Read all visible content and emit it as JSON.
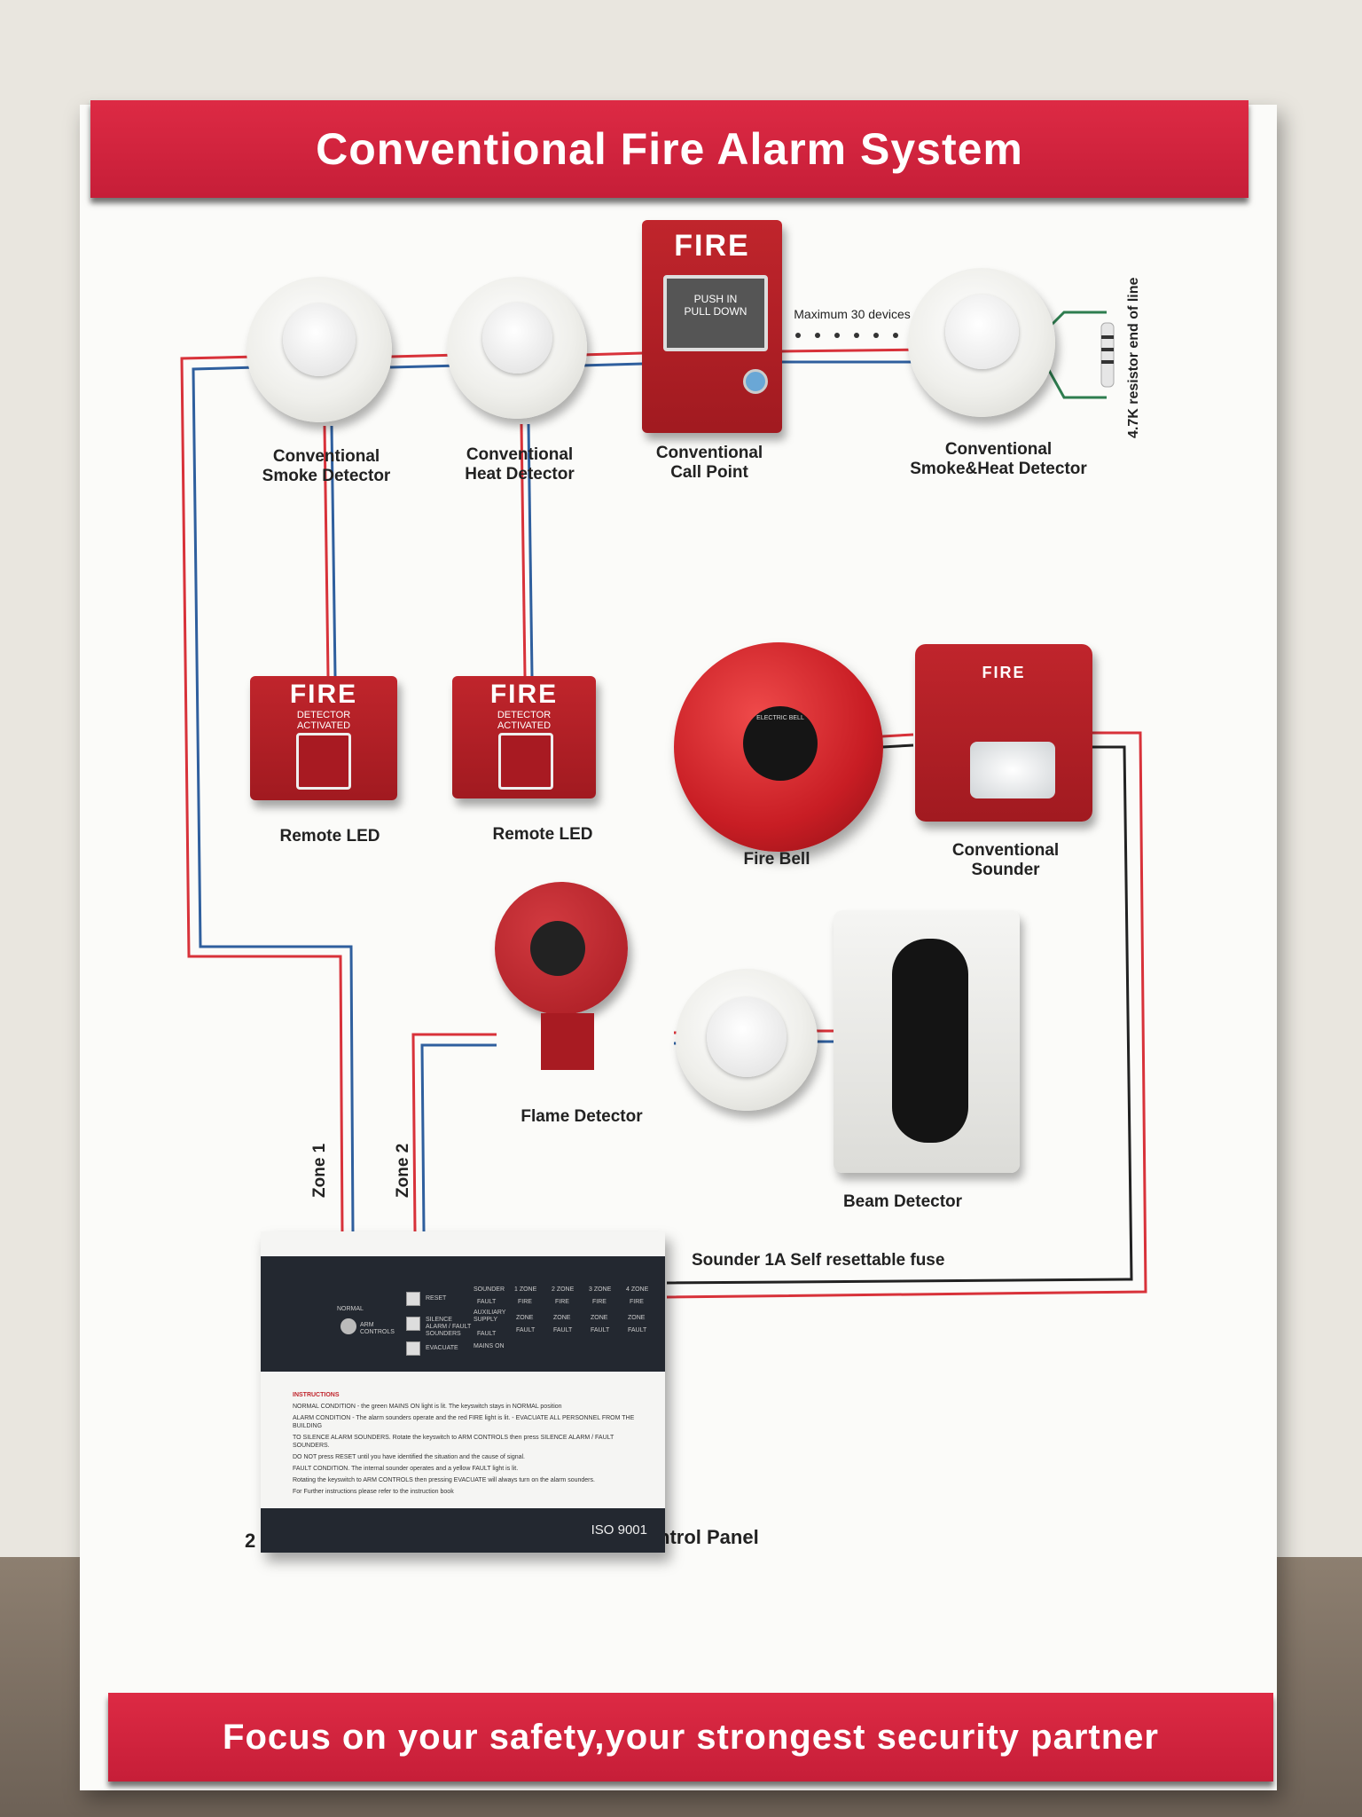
{
  "header": {
    "title": "Conventional Fire Alarm System"
  },
  "footer": {
    "slogan": "Focus on your safety,your strongest security partner"
  },
  "devices": {
    "smoke_detector": {
      "label_line1": "Conventional",
      "label_line2": "Smoke Detector"
    },
    "heat_detector": {
      "label_line1": "Conventional",
      "label_line2": "Heat Detector"
    },
    "call_point": {
      "label_line1": "Conventional",
      "label_line2": "Call Point",
      "badge": "FIRE",
      "push_text": "PUSH IN",
      "pull_text": "PULL DOWN"
    },
    "smoke_heat_detector": {
      "label_line1": "Conventional",
      "label_line2": "Smoke&Heat Detector"
    },
    "remote_led_1": {
      "label": "Remote LED",
      "badge": "FIRE",
      "sub1": "DETECTOR",
      "sub2": "ACTIVATED"
    },
    "remote_led_2": {
      "label": "Remote LED",
      "badge": "FIRE",
      "sub1": "DETECTOR",
      "sub2": "ACTIVATED"
    },
    "fire_bell": {
      "label": "Fire Bell",
      "center_text": "ELECTRIC BELL"
    },
    "sounder": {
      "label_line1": "Conventional",
      "label_line2": "Sounder",
      "badge": "FIRE"
    },
    "flame_detector": {
      "label": "Flame Detector"
    },
    "beam_detector": {
      "label": "Beam Detector"
    }
  },
  "annotations": {
    "max_devices": "Maximum 30 devices",
    "resistor": "4.7K resistor end of line",
    "zone1": "Zone 1",
    "zone2": "Zone 2",
    "fuse": "Sounder  1A Self resettable fuse",
    "panel_left": "2",
    "panel_right": "ntrol Panel"
  },
  "control_panel": {
    "normal": "NORMAL",
    "arm_controls": "ARM CONTROLS",
    "reset": "RESET",
    "silence": "SILENCE ALARM / FAULT SOUNDERS",
    "evacuate": "EVACUATE",
    "sounder": "SOUNDER",
    "fault": "FAULT",
    "aux_supply": "AUXILIARY SUPPLY",
    "mains_on": "MAINS ON",
    "zone1": "1 ZONE",
    "zone2": "2 ZONE",
    "zone3": "3 ZONE",
    "zone4": "4 ZONE",
    "fire": "FIRE",
    "zone": "ZONE",
    "instructions_title": "INSTRUCTIONS",
    "instr1": "NORMAL CONDITION - the green MAINS ON light is lit. The keyswitch stays in NORMAL position",
    "instr2": "ALARM CONDITION - The alarm sounders operate and the red FIRE light is lit. - EVACUATE ALL PERSONNEL FROM THE BUILDING",
    "instr3": "TO SILENCE ALARM SOUNDERS. Rotate the keyswitch to ARM CONTROLS then press SILENCE ALARM / FAULT SOUNDERS.",
    "instr4": "DO NOT press RESET until you have identified the situation and the cause of signal.",
    "instr5": "FAULT CONDITION. The internal sounder operates and a yellow FAULT light is lit.",
    "instr6": "Rotating the keyswitch to ARM CONTROLS then pressing EVACUATE will always turn on the alarm sounders.",
    "instr7": "For Further instructions please refer to the instruction book",
    "iso": "ISO  9001"
  },
  "colors": {
    "banner_red": "#d32640",
    "wire_red": "#d8323a",
    "wire_blue": "#2f5f9e",
    "wire_black": "#222222",
    "device_red": "#b51f27"
  }
}
